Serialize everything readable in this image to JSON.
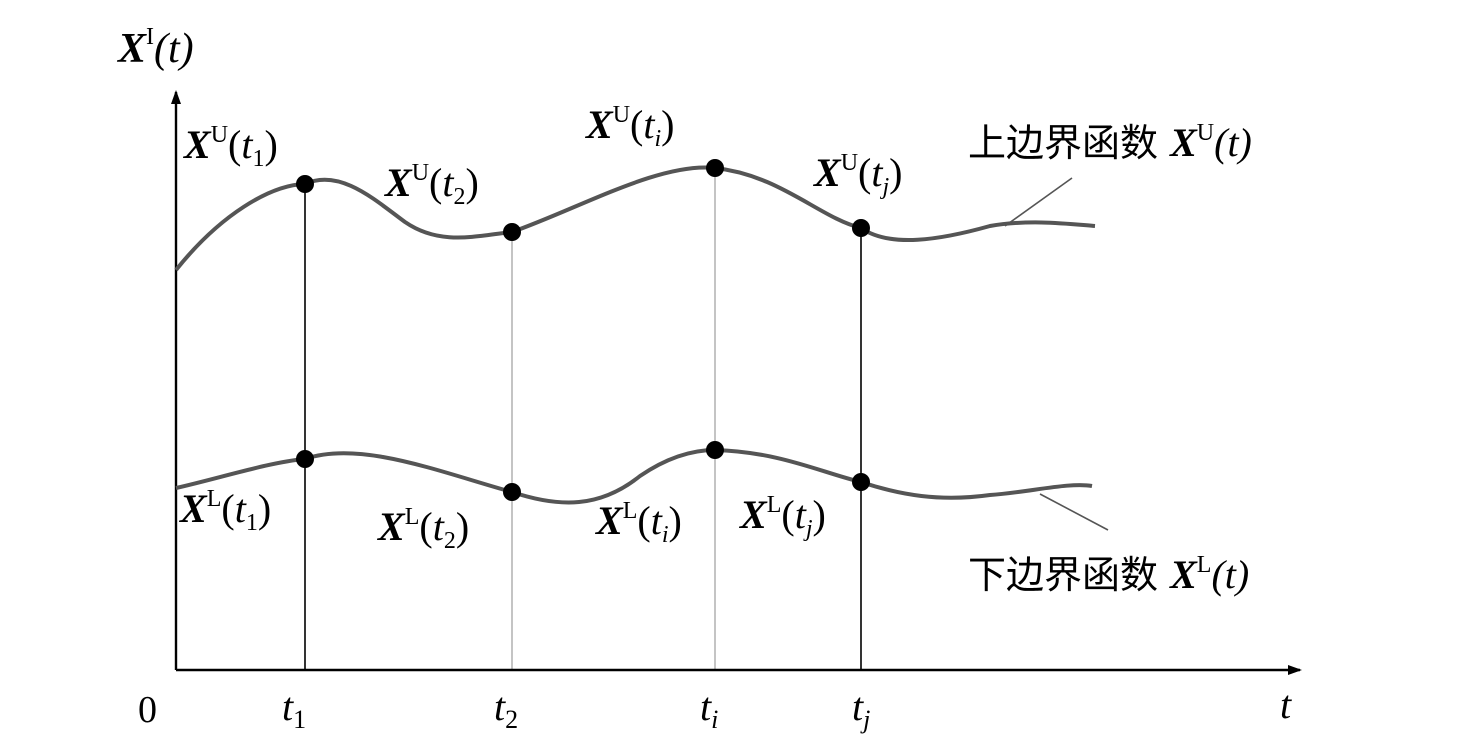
{
  "axes": {
    "y_label": {
      "main": "X",
      "sup": "I",
      "arg": "(t)"
    },
    "x_label": "t",
    "origin": "0"
  },
  "ticks": [
    {
      "main": "t",
      "sub": "1"
    },
    {
      "main": "t",
      "sub": "2"
    },
    {
      "main": "t",
      "sub": "i"
    },
    {
      "main": "t",
      "sub": "j"
    }
  ],
  "upper_points": [
    {
      "main": "X",
      "sup": "U",
      "open": "(",
      "t": "t",
      "sub": "1",
      "close": ")"
    },
    {
      "main": "X",
      "sup": "U",
      "open": "(",
      "t": "t",
      "sub": "2",
      "close": ")"
    },
    {
      "main": "X",
      "sup": "U",
      "open": "(",
      "t": "t",
      "sub": "i",
      "close": ")"
    },
    {
      "main": "X",
      "sup": "U",
      "open": "(",
      "t": "t",
      "sub": "j",
      "close": ")"
    }
  ],
  "lower_points": [
    {
      "main": "X",
      "sup": "L",
      "open": "(",
      "t": "t",
      "sub": "1",
      "close": ")"
    },
    {
      "main": "X",
      "sup": "L",
      "open": "(",
      "t": "t",
      "sub": "2",
      "close": ")"
    },
    {
      "main": "X",
      "sup": "L",
      "open": "(",
      "t": "t",
      "sub": "i",
      "close": ")"
    },
    {
      "main": "X",
      "sup": "L",
      "open": "(",
      "t": "t",
      "sub": "j",
      "close": ")"
    }
  ],
  "legend_upper": {
    "text": "上边界函数 ",
    "main": "X",
    "sup": "U",
    "arg": "(t)"
  },
  "legend_lower": {
    "text": "下边界函数 ",
    "main": "X",
    "sup": "L",
    "arg": "(t)"
  },
  "colors": {
    "curve": "#555555",
    "axis": "#000000",
    "point": "#000000",
    "guide_gray": "#aaaaaa"
  }
}
